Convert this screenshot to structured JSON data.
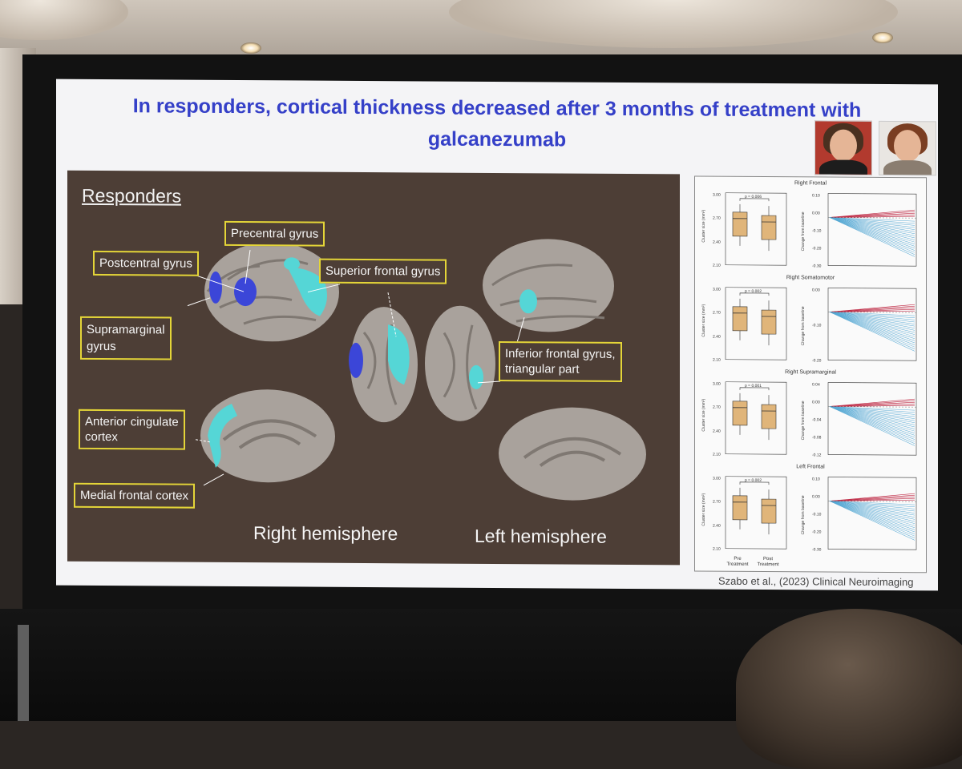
{
  "slide": {
    "title_line1": "In responders, cortical thickness decreased after 3 months of treatment with",
    "title_line2": "galcanezumab",
    "citation": "Szabo et al., (2023) Clinical Neuroimaging"
  },
  "brain_panel": {
    "heading": "Responders",
    "labels": {
      "precentral": "Precentral gyrus",
      "postcentral": "Postcentral gyrus",
      "superior_frontal": "Superior frontal gyrus",
      "supramarginal_1": "Supramarginal",
      "supramarginal_2": "gyrus",
      "inferior_frontal_1": "Inferior frontal gyrus,",
      "inferior_frontal_2": "triangular part",
      "anterior_cingulate_1": "Anterior cingulate",
      "anterior_cingulate_2": "cortex",
      "medial_frontal": "Medial frontal cortex"
    },
    "right_hemisphere": "Right hemisphere",
    "left_hemisphere": "Left hemisphere"
  },
  "plots": {
    "panels": [
      {
        "title": "Right Frontal",
        "p": "p = 0.006",
        "box_ticks": [
          "3.00",
          "2.70",
          "2.40",
          "2.10"
        ],
        "change_ticks": [
          "0.10",
          "0.00",
          "-0.10",
          "-0.20",
          "-0.30"
        ]
      },
      {
        "title": "Right Somatomotor",
        "p": "p = 0.002",
        "box_ticks": [
          "3.00",
          "2.70",
          "2.40",
          "2.10"
        ],
        "change_ticks": [
          "0.00",
          "-0.10",
          "-0.20"
        ]
      },
      {
        "title": "Right Supramarginal",
        "p": "p = 0.001",
        "box_ticks": [
          "3.00",
          "2.70",
          "2.40",
          "2.10"
        ],
        "change_ticks": [
          "0.04",
          "0.00",
          "-0.04",
          "-0.08",
          "-0.12"
        ]
      },
      {
        "title": "Left Frontal",
        "p": "p = 0.002",
        "box_ticks": [
          "3.00",
          "2.70",
          "2.40",
          "2.10"
        ],
        "change_ticks": [
          "0.10",
          "0.00",
          "-0.10",
          "-0.20",
          "-0.30"
        ]
      }
    ],
    "box_ylabel": "Cluster size (mm²)",
    "change_ylabel": "Change from baseline",
    "x_pre_1": "Pre",
    "x_pre_2": "Treatment",
    "x_post_1": "Post",
    "x_post_2": "Treatment"
  },
  "colors": {
    "title_blue": "#3540c8",
    "label_border": "#e4d538",
    "cyan_region": "#55d6d6",
    "blue_region": "#3b46d8",
    "box_fill": "#e0b57a",
    "line_red": "#c0304a",
    "line_blue": "#57a9d4"
  }
}
